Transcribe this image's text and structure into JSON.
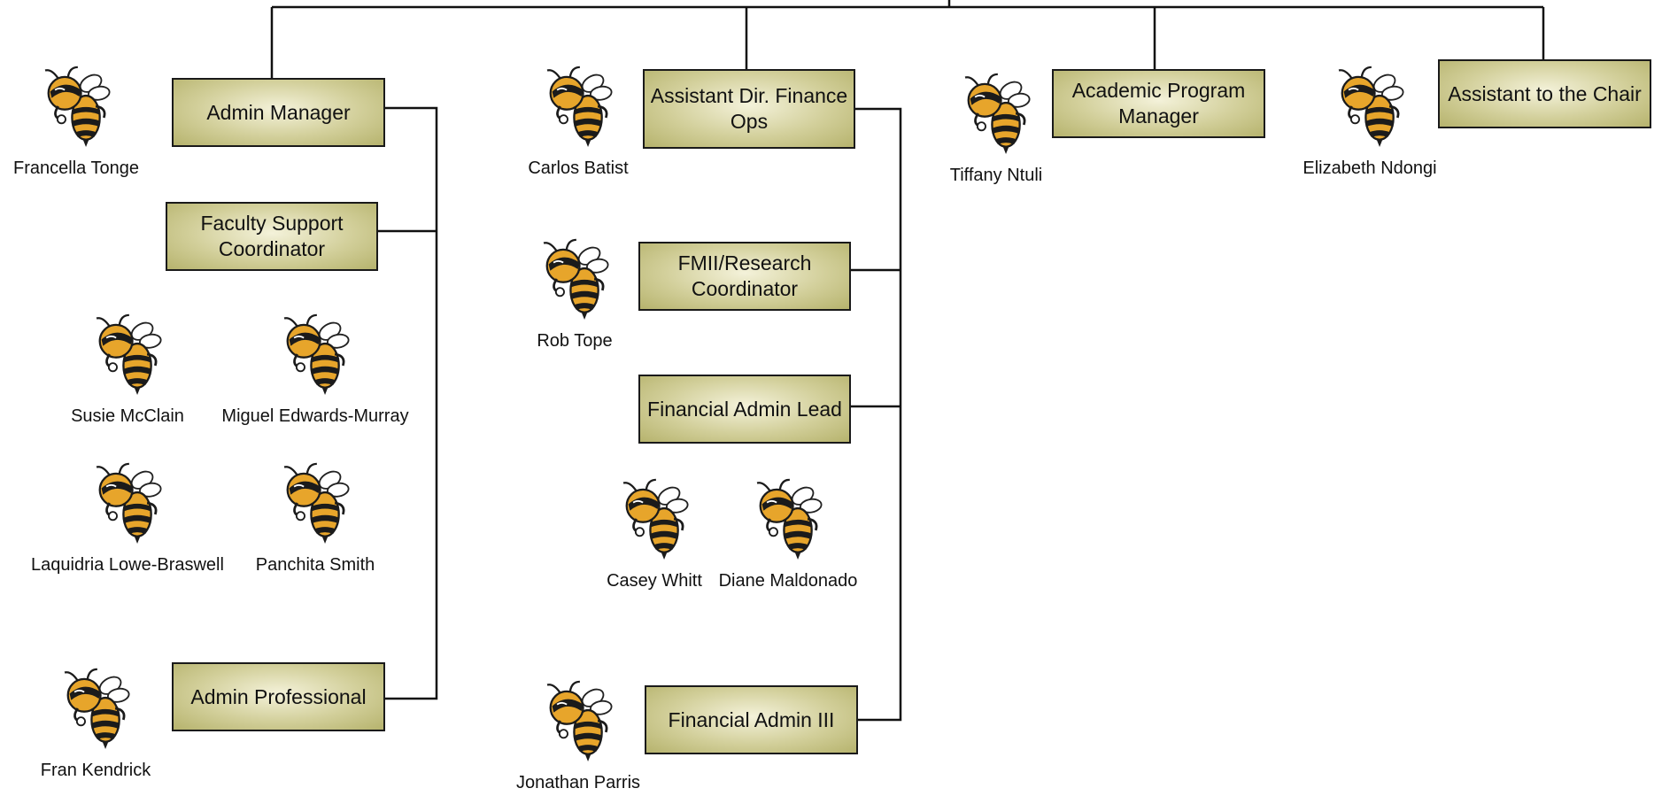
{
  "roles": {
    "admin_manager": "Admin Manager",
    "faculty_support": "Faculty Support Coordinator",
    "admin_professional": "Admin Professional",
    "asst_dir_finance": "Assistant Dir. Finance Ops",
    "fmii_research": "FMII/Research Coordinator",
    "financial_admin_lead": "Financial Admin Lead",
    "financial_admin_iii": "Financial Admin III",
    "academic_program_manager": "Academic Program Manager",
    "assistant_to_chair": "Assistant to the Chair"
  },
  "people": {
    "francella": "Francella Tonge",
    "susie": "Susie McClain",
    "miguel": "Miguel Edwards-Murray",
    "laquidria": "Laquidria Lowe-Braswell",
    "panchita": "Panchita Smith",
    "fran": "Fran Kendrick",
    "carlos": "Carlos Batist",
    "rob": "Rob Tope",
    "casey": "Casey Whitt",
    "diane": "Diane Maldonado",
    "jonathan": "Jonathan Parris",
    "tiffany": "Tiffany Ntuli",
    "elizabeth": "Elizabeth Ndongi"
  },
  "colors": {
    "box_fill": "#c9c68a",
    "line": "#111111",
    "bee_gold": "#e7a52b",
    "bee_black": "#1b1b1b"
  },
  "icons": {
    "person": "yellow-jacket-mascot-icon"
  }
}
